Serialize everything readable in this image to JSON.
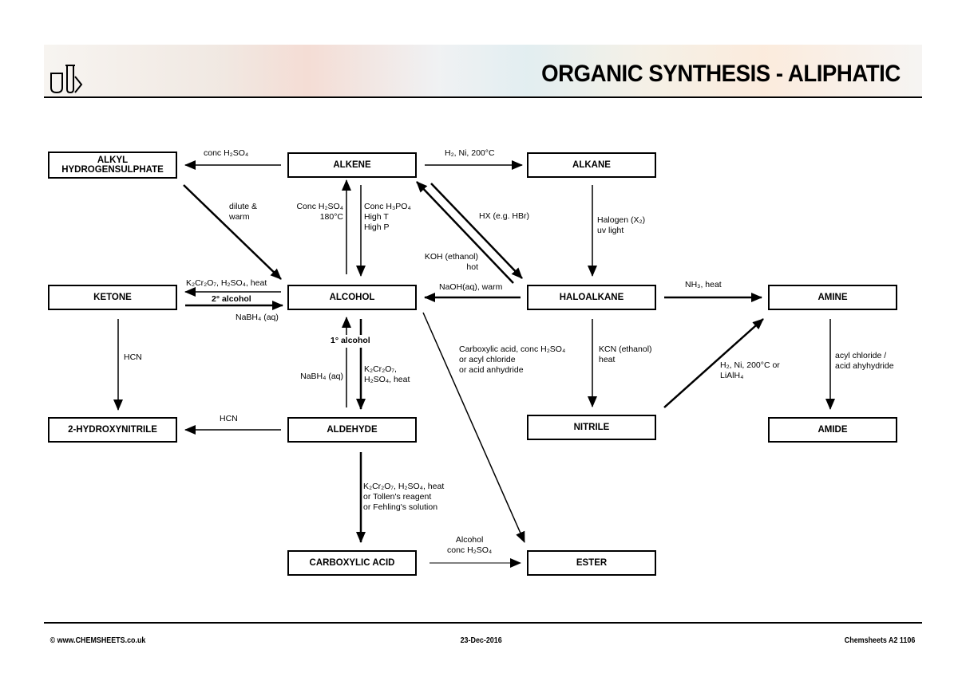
{
  "header": {
    "title": "ORGANIC SYNTHESIS - ALIPHATIC",
    "logo_icon": "lab-glassware-icon"
  },
  "compounds": {
    "alkyl": "ALKYL\nHYDROGENSULPHATE",
    "alkene": "ALKENE",
    "alkane": "ALKANE",
    "ketone": "KETONE",
    "alcohol": "ALCOHOL",
    "haloalkane": "HALOALKANE",
    "amine": "AMINE",
    "hydroxynitrile": "2-HYDROXYNITRILE",
    "aldehyde": "ALDEHYDE",
    "nitrile": "NITRILE",
    "amide": "AMIDE",
    "carboxylic": "CARBOXYLIC ACID",
    "ester": "ESTER"
  },
  "reagents": {
    "alkene_to_alkyl": "conc H₂SO₄",
    "alkene_to_alkane": "H₂, Ni, 200°C",
    "alkyl_to_alcohol": "dilute &\nwarm",
    "alcohol_to_alkene": "Conc H₂SO₄\n180°C",
    "alkene_to_alcohol": "Conc H₃PO₄\nHigh T\nHigh P",
    "alkene_to_haloalkane": "HX (e.g. HBr)",
    "haloalkane_to_alkene": "KOH (ethanol)\nhot",
    "haloalkane_to_alcohol": "NaOH(aq), warm",
    "alkane_to_haloalkane": "Halogen (X₂)\nuv light",
    "alcohol_to_ketone": "K₂Cr₂O₇, H₂SO₄, heat",
    "secondary_alcohol": "2° alcohol",
    "ketone_to_alcohol": "NaBH₄ (aq)",
    "haloalkane_to_amine": "NH₃, heat",
    "ketone_to_hydroxynitrile": "HCN",
    "aldehyde_to_hydroxynitrile": "HCN",
    "primary_alcohol": "1° alcohol",
    "aldehyde_to_alcohol": "NaBH₄ (aq)",
    "alcohol_to_aldehyde": "K₂Cr₂O₇,\nH₂SO₄, heat",
    "alcohol_to_ester": "Carboxylic acid, conc H₂SO₄\nor acyl chloride\nor acid anhydride",
    "haloalkane_to_nitrile": "KCN (ethanol)\nheat",
    "nitrile_to_amine": "H₂, Ni, 200°C or\nLiAlH₄",
    "amine_to_amide": "acyl chloride /\nacid ahyhydride",
    "aldehyde_to_carboxylic": "K₂Cr₂O₇, H₂SO₄, heat\nor Tollen's reagent\nor Fehling's solution",
    "carboxylic_to_ester": "Alcohol\nconc H₂SO₄"
  },
  "footer": {
    "left": "© www.CHEMSHEETS.co.uk",
    "center": "23-Dec-2016",
    "right": "Chemsheets A2 1106"
  }
}
